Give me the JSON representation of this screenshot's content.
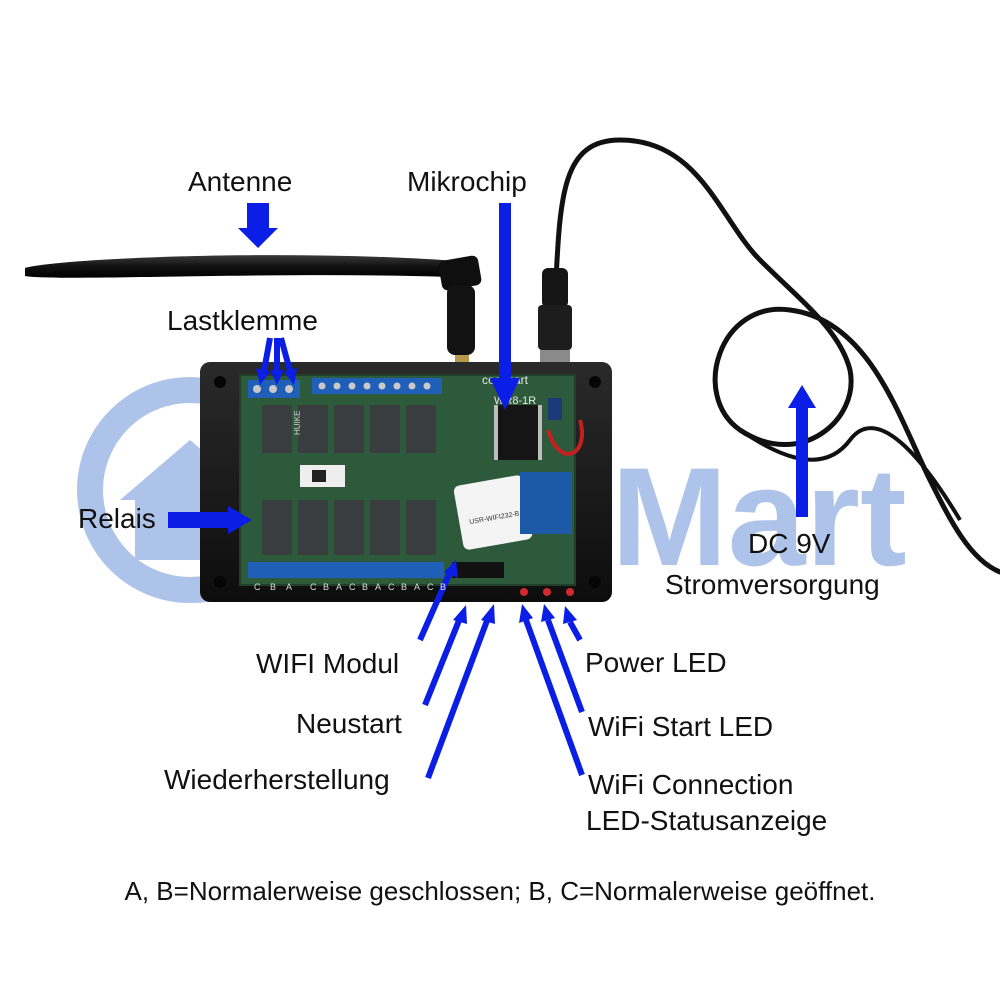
{
  "watermark": {
    "text": "CoolMart",
    "color": "#9fb9e6"
  },
  "colors": {
    "arrow": "#0a1ee6",
    "case": "#1b1b1b",
    "pcb": "#2d5a3a",
    "relay": "#3a3d40",
    "terminal": "#1f5fb8",
    "cable": "#111111"
  },
  "labels": {
    "antenne": "Antenne",
    "mikrochip": "Mikrochip",
    "lastklemme": "Lastklemme",
    "relais": "Relais",
    "dc": "DC 9V",
    "stromversorgung": "Stromversorgung",
    "wifi_modul": "WIFI Modul",
    "neustart": "Neustart",
    "wiederherstellung": "Wiederherstellung",
    "power_led": "Power LED",
    "wifi_start_led": "WiFi Start LED",
    "wifi_connection": "WiFi Connection",
    "led_statusanzeige": "LED-Statusanzeige"
  },
  "board": {
    "brand_print": "coolmart",
    "model_print": "WR8-1R",
    "relay_print": "HUIKE",
    "module_print": "USR-WIFI232-B",
    "terminal_top_letters": [
      "C",
      "B",
      "A"
    ],
    "terminal_bottom_letters": [
      "C",
      "B",
      "A",
      "C",
      "B",
      "A",
      "C",
      "B",
      "A",
      "C",
      "B"
    ]
  },
  "footer": "A, B=Normalerweise geschlossen; B, C=Normalerweise geöffnet."
}
